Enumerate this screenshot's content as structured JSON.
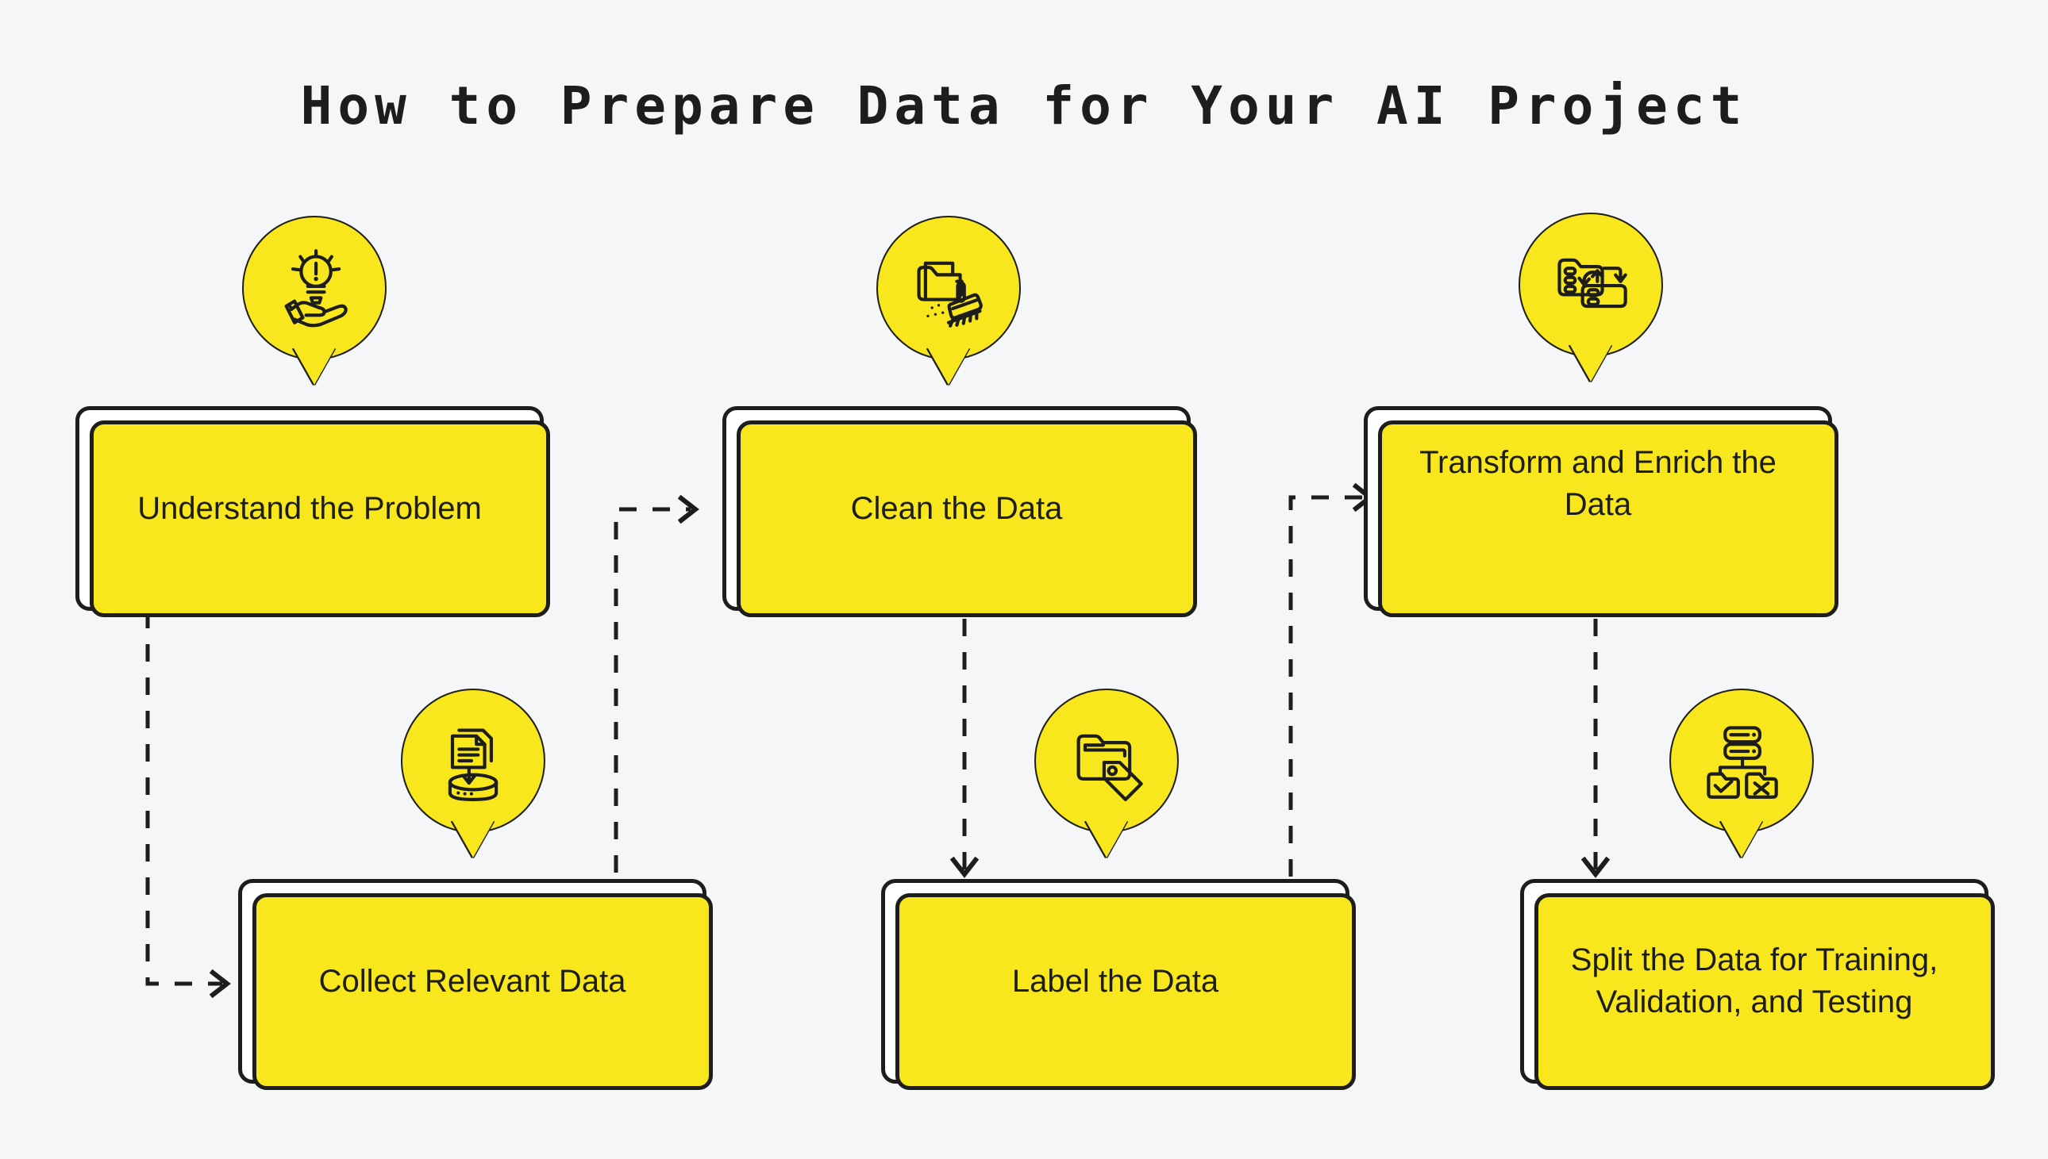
{
  "page": {
    "title": "How to Prepare Data for Your AI Project",
    "background_color": "#f4f6f7",
    "accent_color": "#f8e71c",
    "ink_color": "#1d1d1b",
    "card_fill": "#ffffff"
  },
  "steps": [
    {
      "id": "understand-the-problem",
      "order": 1,
      "label": "Understand the Problem",
      "icon": "lightbulb-in-hand-icon",
      "column": 1,
      "row": "top"
    },
    {
      "id": "collect-relevant-data",
      "order": 2,
      "label": "Collect Relevant Data",
      "icon": "documents-to-database-icon",
      "column": 1,
      "row": "bottom"
    },
    {
      "id": "clean-the-data",
      "order": 3,
      "label": "Clean the Data",
      "icon": "folder-broom-icon",
      "column": 2,
      "row": "top"
    },
    {
      "id": "label-the-data",
      "order": 4,
      "label": "Label the Data",
      "icon": "folder-tag-icon",
      "column": 2,
      "row": "bottom"
    },
    {
      "id": "transform-and-enrich-the-data",
      "order": 5,
      "label": "Transform and Enrich the Data",
      "icon": "folders-sync-icon",
      "column": 3,
      "row": "top"
    },
    {
      "id": "split-the-data",
      "order": 6,
      "label": "Split the Data for Training, Validation, and Testing",
      "icon": "server-split-folders-icon",
      "column": 3,
      "row": "bottom"
    }
  ],
  "connectors": [
    {
      "id": "understand-to-collect",
      "from": "understand-the-problem",
      "to": "collect-relevant-data",
      "style": "dashed",
      "arrow": "chevron-right"
    },
    {
      "id": "collect-to-clean",
      "from": "collect-relevant-data",
      "to": "clean-the-data",
      "style": "dashed",
      "arrow": "chevron-right"
    },
    {
      "id": "clean-to-label",
      "from": "clean-the-data",
      "to": "label-the-data",
      "style": "dashed",
      "arrow": "chevron-down"
    },
    {
      "id": "label-to-transform",
      "from": "label-the-data",
      "to": "transform-and-enrich-the-data",
      "style": "dashed",
      "arrow": "chevron-right"
    },
    {
      "id": "transform-to-split",
      "from": "transform-and-enrich-the-data",
      "to": "split-the-data",
      "style": "dashed",
      "arrow": "chevron-down"
    }
  ]
}
